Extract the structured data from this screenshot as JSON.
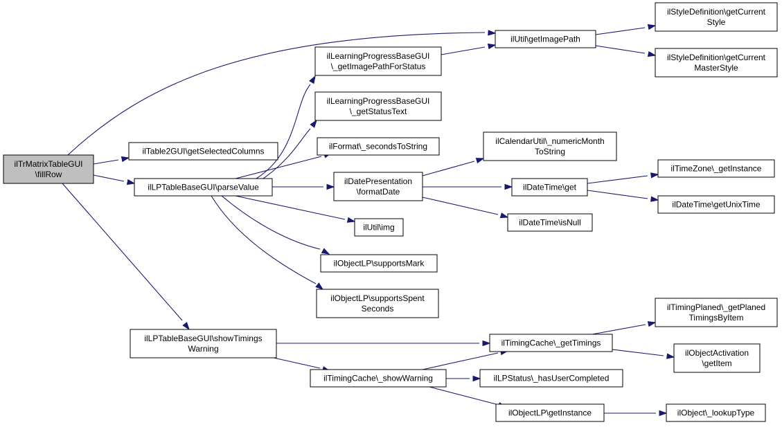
{
  "diagram": {
    "colors": {
      "edge": "#191970",
      "root_fill": "#bfbfbf",
      "node_fill": "#ffffff",
      "node_border": "#000000"
    },
    "nodes": [
      {
        "id": "fillRow",
        "lines": [
          "ilTrMatrixTableGUI",
          "\\fillRow"
        ],
        "root": true
      },
      {
        "id": "getSelectedColumns",
        "lines": [
          "ilTable2GUI\\getSelectedColumns"
        ]
      },
      {
        "id": "parseValue",
        "lines": [
          "ilLPTableBaseGUI\\parseValue"
        ]
      },
      {
        "id": "showTimingsWarning",
        "lines": [
          "ilLPTableBaseGUI\\showTimings",
          "Warning"
        ]
      },
      {
        "id": "getImagePath",
        "lines": [
          "ilUtil\\getImagePath"
        ]
      },
      {
        "id": "getCurrentStyle",
        "lines": [
          "ilStyleDefinition\\getCurrent",
          "Style"
        ]
      },
      {
        "id": "getCurrentMasterStyle",
        "lines": [
          "ilStyleDefinition\\getCurrent",
          "MasterStyle"
        ]
      },
      {
        "id": "getImagePathForStatus",
        "lines": [
          "ilLearningProgressBaseGUI",
          "\\_getImagePathForStatus"
        ]
      },
      {
        "id": "getStatusText",
        "lines": [
          "ilLearningProgressBaseGUI",
          "\\_getStatusText"
        ]
      },
      {
        "id": "secondsToString",
        "lines": [
          "ilFormat\\_secondsToString"
        ]
      },
      {
        "id": "formatDate",
        "lines": [
          "ilDatePresentation",
          "\\formatDate"
        ]
      },
      {
        "id": "img",
        "lines": [
          "ilUtil\\img"
        ]
      },
      {
        "id": "supportsMark",
        "lines": [
          "ilObjectLP\\supportsMark"
        ]
      },
      {
        "id": "supportsSpentSeconds",
        "lines": [
          "ilObjectLP\\supportsSpent",
          "Seconds"
        ]
      },
      {
        "id": "numericMonthToString",
        "lines": [
          "ilCalendarUtil\\_numericMonth",
          "ToString"
        ]
      },
      {
        "id": "dateTimeGet",
        "lines": [
          "ilDateTime\\get"
        ]
      },
      {
        "id": "isNull",
        "lines": [
          "ilDateTime\\isNull"
        ]
      },
      {
        "id": "getInstanceTZ",
        "lines": [
          "ilTimeZone\\_getInstance"
        ]
      },
      {
        "id": "getUnixTime",
        "lines": [
          "ilDateTime\\getUnixTime"
        ]
      },
      {
        "id": "getTimings",
        "lines": [
          "ilTimingCache\\_getTimings"
        ]
      },
      {
        "id": "showWarning",
        "lines": [
          "ilTimingCache\\_showWarning"
        ]
      },
      {
        "id": "getPlanedTimingsByItem",
        "lines": [
          "ilTimingPlaned\\_getPlaned",
          "TimingsByItem"
        ]
      },
      {
        "id": "getItem",
        "lines": [
          "ilObjectActivation",
          "\\getItem"
        ]
      },
      {
        "id": "hasUserCompleted",
        "lines": [
          "ilLPStatus\\_hasUserCompleted"
        ]
      },
      {
        "id": "getInstanceLP",
        "lines": [
          "ilObjectLP\\getInstance"
        ]
      },
      {
        "id": "lookupType",
        "lines": [
          "ilObject\\_lookupType"
        ]
      }
    ],
    "edges": [
      {
        "from": "fillRow",
        "to": "getImagePath"
      },
      {
        "from": "fillRow",
        "to": "getSelectedColumns"
      },
      {
        "from": "fillRow",
        "to": "parseValue"
      },
      {
        "from": "fillRow",
        "to": "showTimingsWarning"
      },
      {
        "from": "getImagePath",
        "to": "getCurrentStyle"
      },
      {
        "from": "getImagePath",
        "to": "getCurrentMasterStyle"
      },
      {
        "from": "parseValue",
        "to": "getImagePathForStatus"
      },
      {
        "from": "parseValue",
        "to": "getStatusText"
      },
      {
        "from": "parseValue",
        "to": "secondsToString"
      },
      {
        "from": "parseValue",
        "to": "formatDate"
      },
      {
        "from": "parseValue",
        "to": "img"
      },
      {
        "from": "parseValue",
        "to": "supportsMark"
      },
      {
        "from": "parseValue",
        "to": "supportsSpentSeconds"
      },
      {
        "from": "getImagePathForStatus",
        "to": "getImagePath"
      },
      {
        "from": "formatDate",
        "to": "numericMonthToString"
      },
      {
        "from": "formatDate",
        "to": "dateTimeGet"
      },
      {
        "from": "formatDate",
        "to": "isNull"
      },
      {
        "from": "dateTimeGet",
        "to": "getInstanceTZ"
      },
      {
        "from": "dateTimeGet",
        "to": "getUnixTime"
      },
      {
        "from": "showTimingsWarning",
        "to": "getTimings"
      },
      {
        "from": "showTimingsWarning",
        "to": "showWarning"
      },
      {
        "from": "showWarning",
        "to": "getTimings"
      },
      {
        "from": "showWarning",
        "to": "hasUserCompleted"
      },
      {
        "from": "showWarning",
        "to": "getInstanceLP"
      },
      {
        "from": "getTimings",
        "to": "getPlanedTimingsByItem"
      },
      {
        "from": "getTimings",
        "to": "getItem"
      },
      {
        "from": "getInstanceLP",
        "to": "lookupType"
      }
    ]
  }
}
